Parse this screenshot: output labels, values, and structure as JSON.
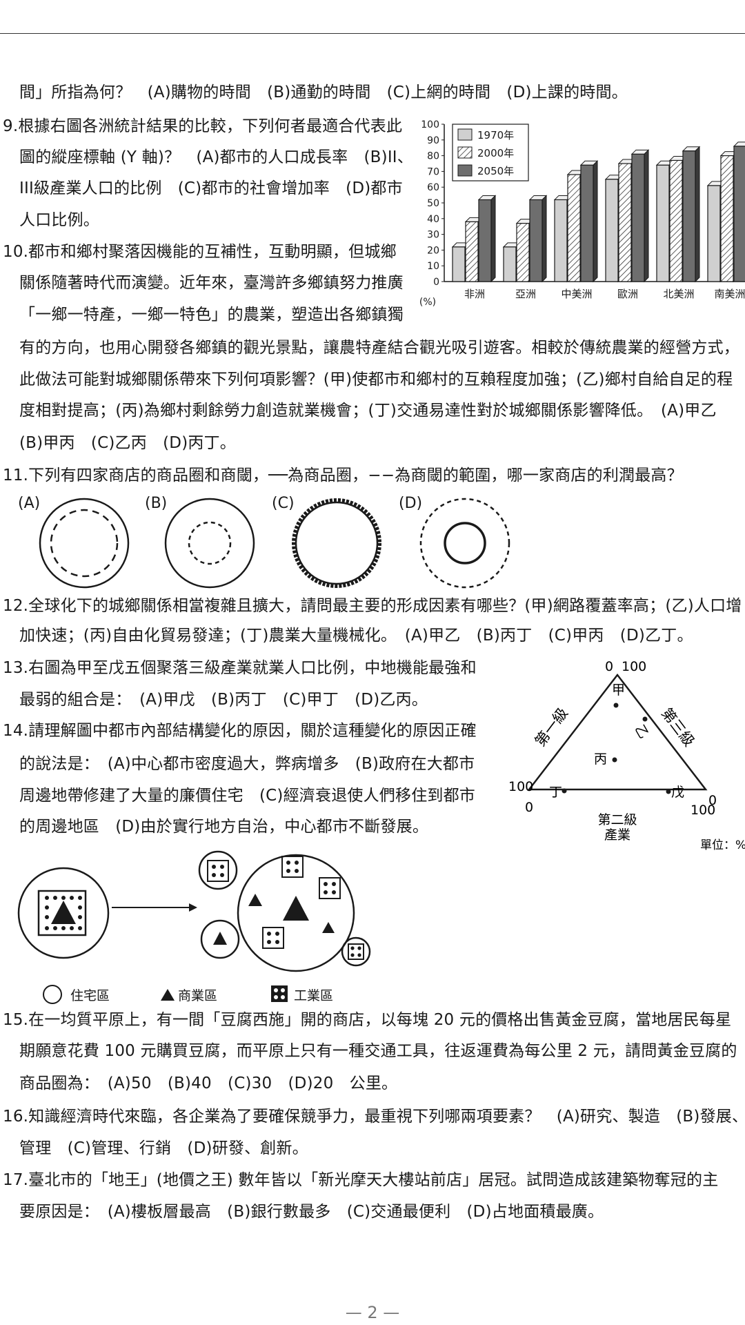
{
  "lines": {
    "l0": "間」所指為何？　(A)購物的時間　(B)通勤的時間　(C)上網的時間　(D)上課的時間。",
    "q9_1": "9.根據右圖各洲統計結果的比較，下列何者最適合代表此",
    "q9_2": "圖的縱座標軸 (Y 軸)？　(A)都市的人口成長率　(B)II、",
    "q9_3": "III級產業人口的比例　(C)都市的社會增加率　(D)都市",
    "q9_4": "人口比例。",
    "q10_1": "10.都市和鄉村聚落因機能的互補性，互動明顯，但城鄉",
    "q10_2": "關係隨著時代而演變。近年來，臺灣許多鄉鎮努力推廣",
    "q10_3": "「一鄉一特產，一鄉一特色」的農業，塑造出各鄉鎮獨",
    "q10_4": "有的方向，也用心開發各鄉鎮的觀光景點，讓農特產結合觀光吸引遊客。相較於傳統農業的經營方式，",
    "q10_5": "此做法可能對城鄉關係帶來下列何項影響？(甲)使都市和鄉村的互賴程度加強；(乙)鄉村自給自足的程",
    "q10_6": "度相對提高；(丙)為鄉村剩餘勞力創造就業機會；(丁)交通易達性對於城鄉關係影響降低。　(A)甲乙",
    "q10_7": "(B)甲丙　(C)乙丙　(D)丙丁。",
    "q11_1": "11.下列有四家商店的商品圈和商閾，──為商品圈，−−為商閾的範圍，哪一家商店的利潤最高？",
    "q12_1": "12.全球化下的城鄉關係相當複雜且擴大，請問最主要的形成因素有哪些？(甲)網路覆蓋率高；(乙)人口增",
    "q12_2": "加快速；(丙)自由化貿易發達；(丁)農業大量機械化。　(A)甲乙　(B)丙丁　(C)甲丙　(D)乙丁。",
    "q13_1": "13.右圖為甲至戊五個聚落三級產業就業人口比例，中地機能最強和",
    "q13_2": "最弱的組合是：　(A)甲戊　(B)丙丁　(C)甲丁　(D)乙丙。",
    "q14_1": "14.請理解圖中都市內部結構變化的原因，關於這種變化的原因正確",
    "q14_2": "的說法是：　(A)中心都市密度過大，弊病增多　(B)政府在大都市",
    "q14_3": "周邊地帶修建了大量的廉價住宅　(C)經濟衰退使人們移住到都市",
    "q14_4": "的周邊地區　(D)由於實行地方自治，中心都市不斷發展。",
    "q15_1": "15.在一均質平原上，有一間「豆腐西施」開的商店，以每塊 20 元的價格出售黃金豆腐，當地居民每星",
    "q15_2": "期願意花費 100 元購買豆腐，而平原上只有一種交通工具，往返運費為每公里 2 元，請問黃金豆腐的",
    "q15_3": "商品圈為：　(A)50　(B)40　(C)30　(D)20　公里。",
    "q16_1": "16.知識經濟時代來臨，各企業為了要確保競爭力，最重視下列哪兩項要素？　(A)研究、製造　(B)發展、",
    "q16_2": "管理　(C)管理、行銷　(D)研發、創新。",
    "q17_1": "17.臺北市的「地王」(地價之王) 數年皆以「新光摩天大樓站前店」居冠。試問造成該建築物奪冠的主",
    "q17_2": "要原因是：　(A)樓板層最高　(B)銀行數最多　(C)交通最便利　(D)占地面積最廣。"
  },
  "q11_labels": [
    "(A)",
    "(B)",
    "(C)",
    "(D)"
  ],
  "chart_data": {
    "type": "bar",
    "categories": [
      "非洲",
      "亞洲",
      "中美洲",
      "歐洲",
      "北美洲",
      "南美洲"
    ],
    "series": [
      {
        "name": "1970年",
        "values": [
          22,
          22,
          52,
          65,
          74,
          61
        ],
        "color": "#d0d0d0"
      },
      {
        "name": "2000年",
        "values": [
          38,
          37,
          68,
          75,
          77,
          80
        ],
        "color": "#ffffff"
      },
      {
        "name": "2050年",
        "values": [
          52,
          52,
          74,
          81,
          83,
          86
        ],
        "color": "#6e6e6e"
      }
    ],
    "ylim": [
      0,
      100
    ],
    "yticks": [
      0,
      10,
      20,
      30,
      40,
      50,
      60,
      70,
      80,
      90,
      100
    ],
    "ylabel": "(%)",
    "legend": "top-left"
  },
  "triangle": {
    "top_labels": [
      "0",
      "100"
    ],
    "left_labels": [
      "100",
      "0"
    ],
    "right_label": "0",
    "bottom_right": "100",
    "left_side": "第一級",
    "right_side": "第三級",
    "bottom_1": "第二級",
    "bottom_2": "產業",
    "unit": "單位：%",
    "points": [
      "甲",
      "乙",
      "丙",
      "丁",
      "戊"
    ]
  },
  "legend14": {
    "residential": "住宅區",
    "commercial": "商業區",
    "industrial": "工業區"
  },
  "page_number": "— 2 —"
}
